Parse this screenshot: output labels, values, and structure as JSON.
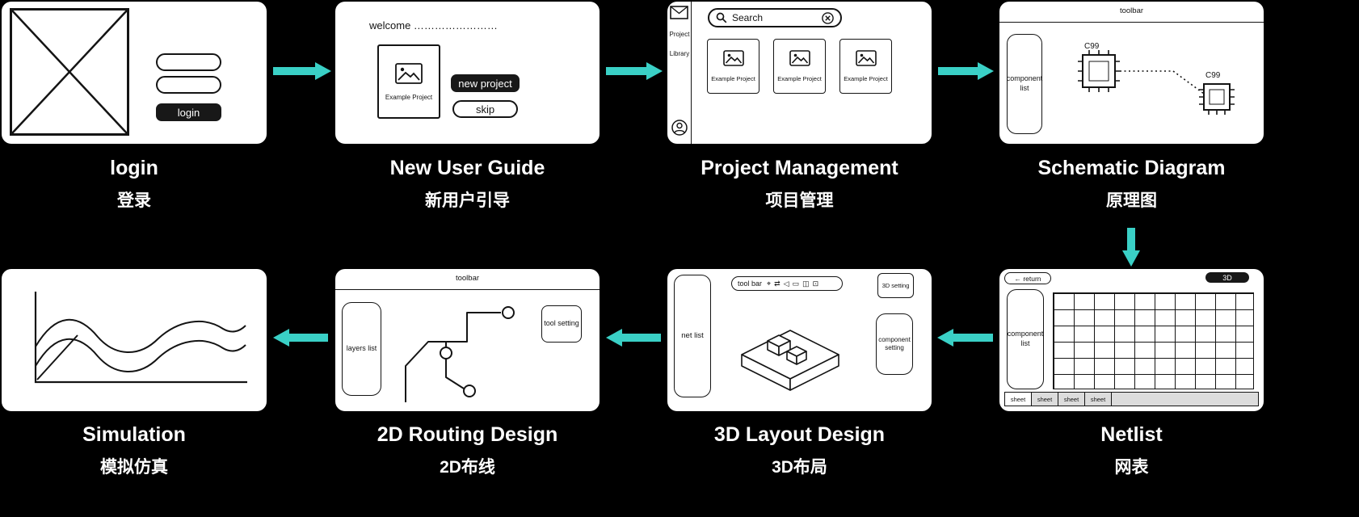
{
  "colors": {
    "background": "#000000",
    "card": "#ffffff",
    "ink": "#141414",
    "arrow": "#3ad0c6"
  },
  "stages": {
    "login": {
      "title": "login",
      "subtitle": "登录",
      "login_button": "login"
    },
    "new_user_guide": {
      "title": "New User Guide",
      "subtitle": "新用户引导",
      "welcome_text": "welcome ……………………",
      "example_project_label": "Example Project",
      "new_project_button": "new project",
      "skip_button": "skip"
    },
    "project_management": {
      "title": "Project Management",
      "subtitle": "项目管理",
      "sidebar_word_top": "Project",
      "sidebar_word_bottom": "Library",
      "search_placeholder": "Search",
      "project_cards": [
        {
          "label": "Example Project"
        },
        {
          "label": "Example Project"
        },
        {
          "label": "Example Project"
        }
      ]
    },
    "schematic": {
      "title": "Schematic Diagram",
      "subtitle": "原理图",
      "toolbar_label": "toolbar",
      "component_list_label": "component list",
      "chip_a_label": "C99",
      "chip_b_label": "C99"
    },
    "netlist": {
      "title": "Netlist",
      "subtitle": "网表",
      "return_button": "← return",
      "mode_3d_button": "3D",
      "component_list_label": "component list",
      "sheet_tabs": [
        "sheet",
        "sheet",
        "sheet",
        "sheet"
      ]
    },
    "layout_3d": {
      "title": "3D Layout Design",
      "subtitle": "3D布局",
      "net_list_label": "net list",
      "toolbar_label": "tool bar",
      "toolbar_icons": [
        {
          "name": "select",
          "glyph": "⌖"
        },
        {
          "name": "flip",
          "glyph": "⇄"
        },
        {
          "name": "speaker",
          "glyph": "◁"
        },
        {
          "name": "pad-small",
          "glyph": "▭"
        },
        {
          "name": "pad-grid",
          "glyph": "◫"
        },
        {
          "name": "via",
          "glyph": "⊡"
        }
      ],
      "setting_3d_button": "3D setting",
      "component_setting_label": "component setting"
    },
    "routing_2d": {
      "title": "2D Routing Design",
      "subtitle": "2D布线",
      "toolbar_label": "toolbar",
      "layers_list_label": "layers list",
      "tool_setting_label": "tool setting"
    },
    "simulation": {
      "title": "Simulation",
      "subtitle": "模拟仿真"
    }
  }
}
